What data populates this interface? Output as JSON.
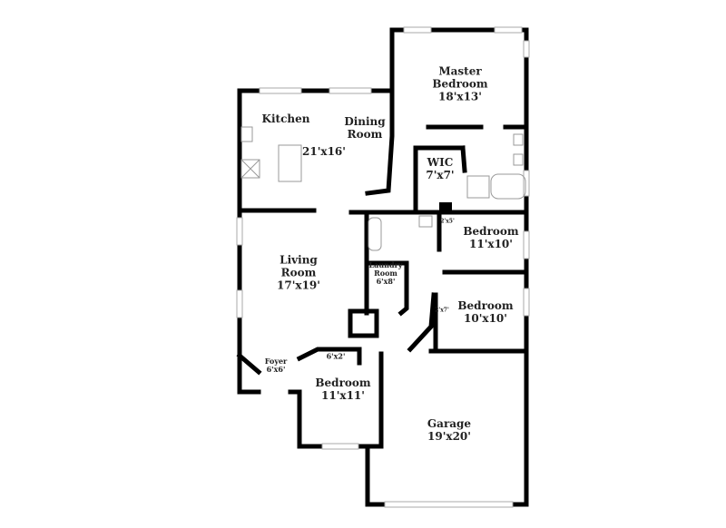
{
  "floor_plan": {
    "colors": {
      "wall": "#000000",
      "fixture": "#bbbbbb",
      "window": "#cccccc",
      "background": "#ffffff"
    },
    "rooms": [
      {
        "id": "master-bedroom",
        "name": "Master Bedroom",
        "line1": "Master",
        "line2": "Bedroom",
        "dims": "18'x13'"
      },
      {
        "id": "kitchen",
        "name": "Kitchen",
        "line1": "Kitchen",
        "dims": "21'x16'"
      },
      {
        "id": "dining-room",
        "name": "Dining Room",
        "line1": "Dining",
        "line2": "Room"
      },
      {
        "id": "wic",
        "name": "WIC",
        "line1": "WIC",
        "dims": "7'x7'"
      },
      {
        "id": "bedroom-2",
        "name": "Bedroom",
        "line1": "Bedroom",
        "dims": "11'x10'"
      },
      {
        "id": "closet-2x5",
        "dims": "2'x5'"
      },
      {
        "id": "living-room",
        "name": "Living Room",
        "line1": "Living",
        "line2": "Room",
        "dims": "17'x19'"
      },
      {
        "id": "laundry-room",
        "name": "Laundry Room",
        "line1": "Laundry",
        "line2": "Room",
        "dims": "6'x8'"
      },
      {
        "id": "bedroom-3",
        "name": "Bedroom",
        "line1": "Bedroom",
        "dims": "10'x10'"
      },
      {
        "id": "closet-2x7",
        "dims": "2'x7'"
      },
      {
        "id": "foyer",
        "name": "Foyer",
        "line1": "Foyer",
        "dims": "6'x6'"
      },
      {
        "id": "closet-6x2",
        "dims": "6'x2'"
      },
      {
        "id": "bedroom-4",
        "name": "Bedroom",
        "line1": "Bedroom",
        "dims": "11'x11'"
      },
      {
        "id": "garage",
        "name": "Garage",
        "line1": "Garage",
        "dims": "19'x20'"
      }
    ]
  }
}
